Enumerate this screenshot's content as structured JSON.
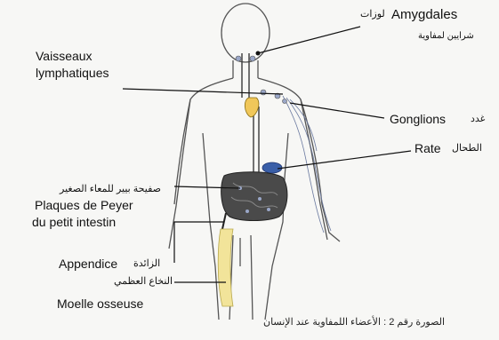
{
  "labels": {
    "amygdales_fr": "Amygdales",
    "amygdales_ar": "لوزات",
    "amygdales_sub_ar": "شرايين لمفاوية",
    "vaisseaux_fr_1": "Vaisseaux",
    "vaisseaux_fr_2": "lymphatiques",
    "gonglions_fr": "Gonglions",
    "gonglions_ar": "غدد",
    "rate_fr": "Rate",
    "rate_ar": "الطحال",
    "peyer_ar": "صفيحة بيير للمعاء الصغير",
    "peyer_fr_1": "Plaques de Peyer",
    "peyer_fr_2": "du petit intestin",
    "appendice_fr": "Appendice",
    "appendice_ar": "الزائدة",
    "moelle_ar": "النخاع العظمي",
    "moelle_fr": "Moelle osseuse"
  },
  "caption": "الصورة رقم 2 : الأعضاء اللمفاوية عند الإنسان",
  "colors": {
    "outline": "#444444",
    "thymus": "#f0c75a",
    "spleen": "#3a5fa8",
    "intestine": "#4a4a4a",
    "bone_marrow": "#f2e49a",
    "vessel": "#3a3a3a",
    "pointer": "#111111"
  }
}
